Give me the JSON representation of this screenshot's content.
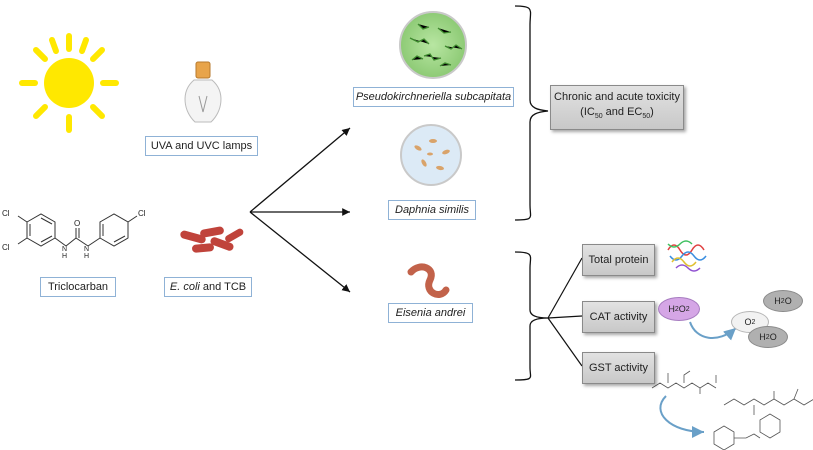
{
  "sources": {
    "lamps_label": "UVA and UVC lamps",
    "triclocarban_label": "Triclocarban",
    "ecoli_label_italic": "E. coli",
    "ecoli_label_rest": " and TCB"
  },
  "organisms": {
    "algae": "Pseudokirchneriella subcapitata",
    "daphnia": "Daphnia similis",
    "worm": "Eisenia andrei"
  },
  "toxicity": {
    "line1": "Chronic and acute toxicity",
    "ic_prefix": "(IC",
    "sub50": "50",
    "and_ec": " and EC",
    "suffix": ")"
  },
  "biomarkers": {
    "total_protein": "Total protein",
    "cat_activity": "CAT activity",
    "gst_activity": "GST activity"
  },
  "reaction": {
    "h2o2": "H",
    "h2o2_sub_a": "2",
    "h2o2_o": "O",
    "h2o2_sub_b": "2",
    "o2": "O",
    "o2_sub": "2",
    "h2o_a": "H",
    "h2o_sub": "2",
    "h2o_o": "O"
  },
  "molecule_atoms": {
    "cl": "Cl",
    "n": "N",
    "h": "H",
    "o": "O"
  },
  "colors": {
    "box_border": "#8fb2d6",
    "sun": "#ffe800",
    "algae_dish": "#a6dc8c",
    "daphnia_dish": "#dceaf6",
    "h2o2_oval": "#d5a6e6",
    "gray_oval": "#b0b0b0",
    "bacteria": "#c0433b",
    "worm": "#c2624a"
  }
}
